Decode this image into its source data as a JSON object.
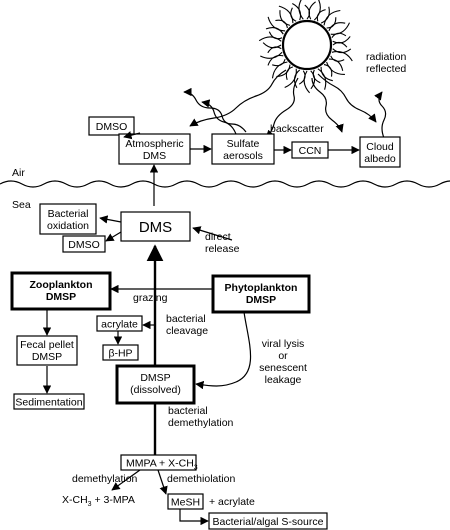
{
  "regions": {
    "air": "Air",
    "sea": "Sea"
  },
  "nodes": {
    "dmso_atm": "DMSO",
    "atm_dms": [
      "Atmospheric",
      "DMS"
    ],
    "sulfate_aerosols": [
      "Sulfate",
      "aerosols"
    ],
    "ccn": "CCN",
    "cloud_albedo": [
      "Cloud",
      "albedo"
    ],
    "bacterial_oxidation": [
      "Bacterial",
      "oxidation"
    ],
    "dms_sea": "DMS",
    "dmso_sea": "DMSO",
    "zooplankton": [
      "Zooplankton",
      "DMSP"
    ],
    "phytoplankton": [
      "Phytoplankton",
      "DMSP"
    ],
    "acrylate": "acrylate",
    "beta_hp": "β-HP",
    "fecal_pellet": [
      "Fecal pellet",
      "DMSP"
    ],
    "sedimentation": "Sedimentation",
    "dmsp_dissolved": [
      "DMSP",
      "(dissolved)"
    ],
    "mmpa": "MMPA + X-CH",
    "mmpa_sub": "3",
    "mesh": "MeSH",
    "bacterial_algal": "Bacterial/algal S-source"
  },
  "edge_labels": {
    "radiation_reflected": [
      "radiation",
      "reflected"
    ],
    "backscatter": "backscatter",
    "direct_release": [
      "direct",
      "release"
    ],
    "grazing": "grazing",
    "bacterial_cleavage": [
      "bacterial",
      "cleavage"
    ],
    "viral_lysis": [
      "viral lysis",
      "or",
      "senescent",
      "leakage"
    ],
    "bacterial_demethylation": [
      "bacterial",
      "demethylation"
    ],
    "demethylation": "demethylation",
    "demethiolation": "demethiolation",
    "x_ch3_3mpa": "X-CH",
    "x_ch3_3mpa_sub": "3",
    "x_ch3_3mpa_rest": " + 3-MPA",
    "plus_acrylate": "+ acrylate"
  }
}
